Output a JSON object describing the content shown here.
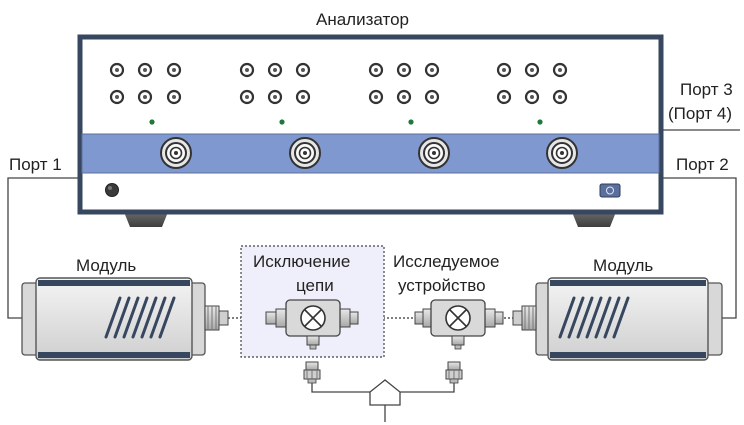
{
  "analyzer": {
    "title": "Анализатор"
  },
  "ports": {
    "port1": "Порт 1",
    "port2": "Порт 2",
    "port3_line1": "Порт 3",
    "port3_line2": "(Порт 4)"
  },
  "modules": {
    "left": "Модуль",
    "right": "Модуль"
  },
  "circuits": {
    "exclusion_line1": "Исключение",
    "exclusion_line2": "цепи",
    "dut_line1": "Исследуемое",
    "dut_line2": "устройство"
  },
  "colors": {
    "panel_border": "#37475f",
    "stripe": "#7f98cf",
    "indicator": "#1f7a3a",
    "exclusion_fill": "#efeffb"
  }
}
